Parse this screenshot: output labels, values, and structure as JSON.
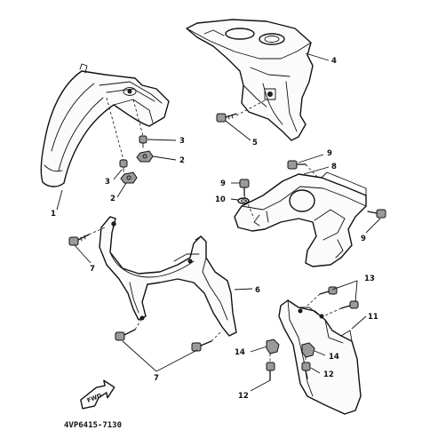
{
  "diagram": {
    "code": "4VP6415-7130",
    "fwd_label": "FWD",
    "callouts": {
      "c1": "1",
      "c2a": "2",
      "c2b": "2",
      "c3a": "3",
      "c3b": "3",
      "c4": "4",
      "c5": "5",
      "c6": "6",
      "c7a": "7",
      "c7b": "7",
      "c8": "8",
      "c9a": "9",
      "c9b": "9",
      "c9c": "9",
      "c10": "10",
      "c11": "11",
      "c12a": "12",
      "c12b": "12",
      "c13": "13",
      "c14a": "14",
      "c14b": "14"
    }
  }
}
